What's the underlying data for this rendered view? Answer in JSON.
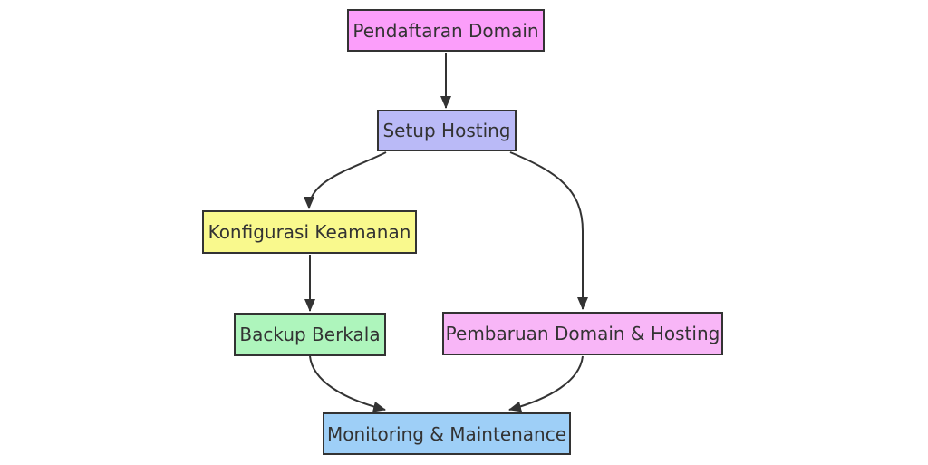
{
  "diagram": {
    "type": "flowchart",
    "direction": "top-down",
    "background_color": "#ffffff",
    "edge_color": "#333333",
    "border_color": "#333333",
    "text_color": "#333333",
    "nodes": [
      {
        "id": "pendaftaran-domain",
        "label": "Pendaftaran Domain",
        "fill": "#fb9efa"
      },
      {
        "id": "setup-hosting",
        "label": "Setup Hosting",
        "fill": "#babaf7"
      },
      {
        "id": "konfigurasi-keamanan",
        "label": "Konfigurasi Keamanan",
        "fill": "#f9f98d"
      },
      {
        "id": "backup-berkala",
        "label": "Backup Berkala",
        "fill": "#aef5bc"
      },
      {
        "id": "pembaruan-domain-hosting",
        "label": "Pembaruan Domain & Hosting",
        "fill": "#f8b6f7"
      },
      {
        "id": "monitoring-maintenance",
        "label": "Monitoring & Maintenance",
        "fill": "#9ecff7"
      }
    ],
    "edges": [
      {
        "from": "pendaftaran-domain",
        "to": "setup-hosting"
      },
      {
        "from": "setup-hosting",
        "to": "konfigurasi-keamanan"
      },
      {
        "from": "setup-hosting",
        "to": "pembaruan-domain-hosting"
      },
      {
        "from": "konfigurasi-keamanan",
        "to": "backup-berkala"
      },
      {
        "from": "backup-berkala",
        "to": "monitoring-maintenance"
      },
      {
        "from": "pembaruan-domain-hosting",
        "to": "monitoring-maintenance"
      }
    ]
  }
}
